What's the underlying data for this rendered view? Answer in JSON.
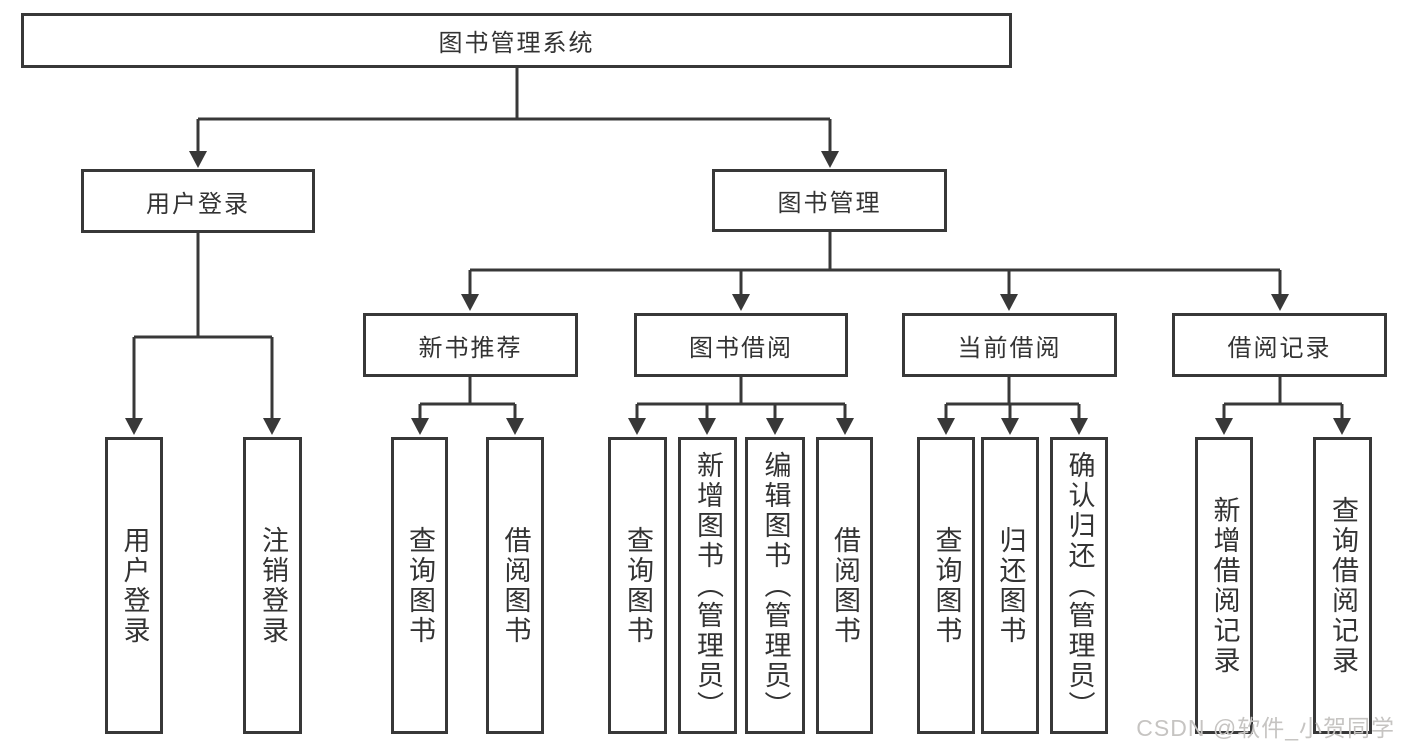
{
  "tree": {
    "root": {
      "label": "图书管理系统"
    },
    "branches": {
      "user": {
        "label": "用户登录",
        "children": [
          {
            "label": "用户登录"
          },
          {
            "label": "注销登录"
          }
        ]
      },
      "management": {
        "label": "图书管理",
        "sections": [
          {
            "label": "新书推荐",
            "children": [
              {
                "label": "查询图书"
              },
              {
                "label": "借阅图书"
              }
            ]
          },
          {
            "label": "图书借阅",
            "children": [
              {
                "label": "查询图书"
              },
              {
                "label": "新增图书（管理员）"
              },
              {
                "label": "编辑图书（管理员）"
              },
              {
                "label": "借阅图书"
              }
            ]
          },
          {
            "label": "当前借阅",
            "children": [
              {
                "label": "查询图书"
              },
              {
                "label": "归还图书"
              },
              {
                "label": "确认归还（管理员）"
              }
            ]
          },
          {
            "label": "借阅记录",
            "children": [
              {
                "label": "新增借阅记录"
              },
              {
                "label": "查询借阅记录"
              }
            ]
          }
        ]
      }
    }
  },
  "watermark": {
    "text": "CSDN @软件_小贺同学"
  },
  "colors": {
    "line": "#383838",
    "text": "#333333",
    "watermark": "#c6c4c2",
    "background": "#ffffff"
  }
}
